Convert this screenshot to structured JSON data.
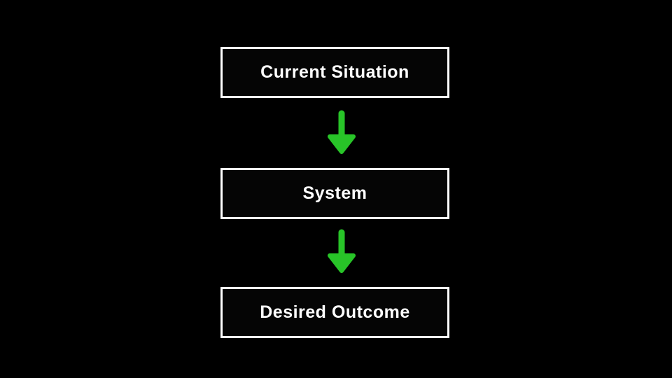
{
  "diagram": {
    "title": "Current Situation to Desired Outcome flow",
    "background_color": "#000000",
    "box_border_color": "#ffffff",
    "text_color": "#ffffff",
    "arrow_color": "#28c428",
    "nodes": [
      {
        "id": "current-situation",
        "label": "Current Situation"
      },
      {
        "id": "system",
        "label": "System"
      },
      {
        "id": "desired-outcome",
        "label": "Desired Outcome"
      }
    ],
    "connections": [
      {
        "from": "current-situation",
        "to": "system",
        "type": "down-arrow"
      },
      {
        "from": "system",
        "to": "desired-outcome",
        "type": "down-arrow"
      }
    ]
  }
}
